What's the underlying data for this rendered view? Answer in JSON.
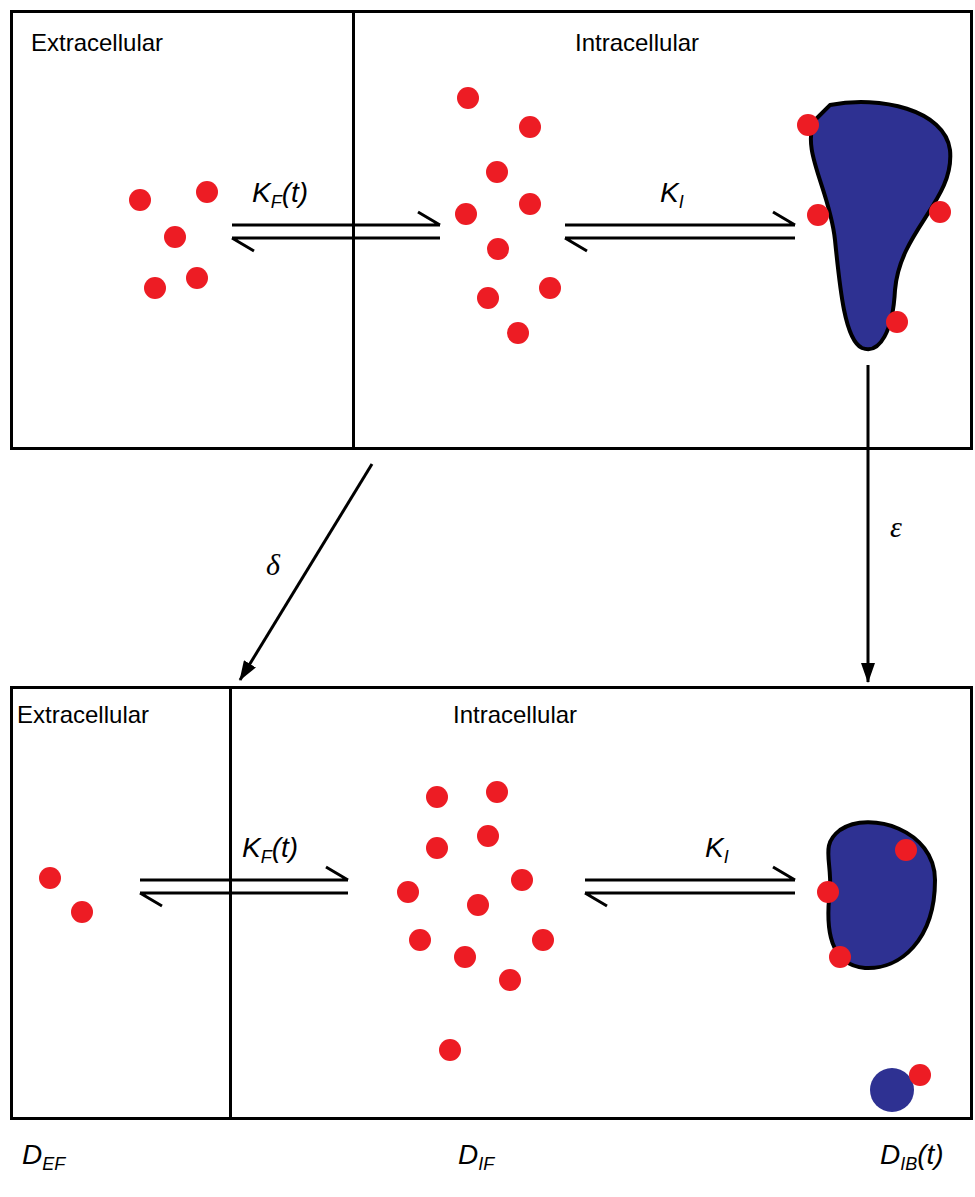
{
  "diagram": {
    "nodes": [
      {
        "text": [
          "Extracellular"
        ]
      },
      {
        "text": [
          "Intracellular"
        ]
      },
      {
        "text": [
          "Extracellular"
        ]
      },
      {
        "text": [
          "Intracellular"
        ]
      }
    ],
    "edges": [
      {
        "from": 1,
        "to": 3,
        "arrow": "to",
        "label": "δ"
      },
      {
        "from": 1,
        "to": 3,
        "arrow": "to",
        "label": "ε"
      }
    ],
    "labels": [
      "KF(t)",
      "KI",
      "KF(t)",
      "KI",
      "DEF",
      "DIF",
      "DIB(t)"
    ]
  }
}
